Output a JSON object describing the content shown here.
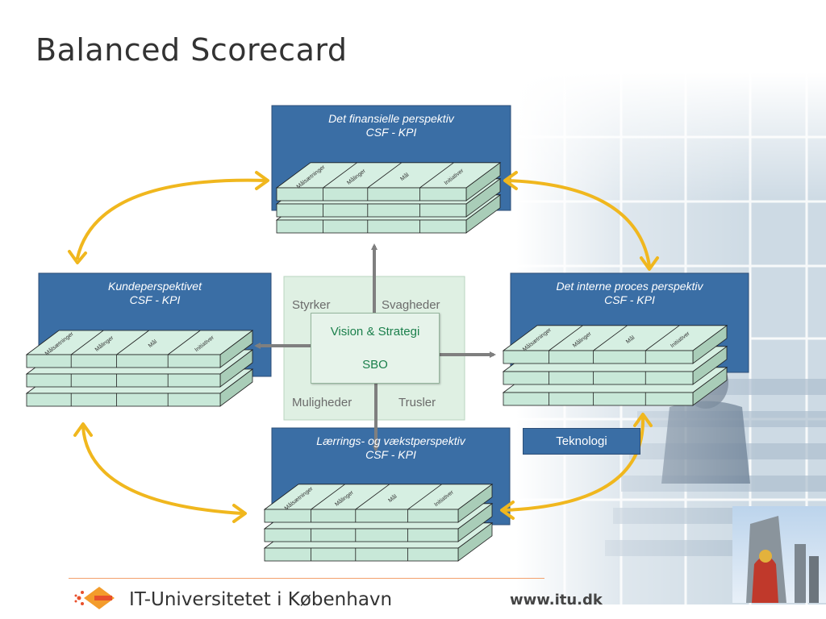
{
  "slide": {
    "title": "Balanced Scorecard"
  },
  "perspectives": {
    "financial": {
      "name": "Det finansielle perspektiv",
      "subtitle": "CSF - KPI"
    },
    "customer": {
      "name": "Kundeperspektivet",
      "subtitle": "CSF - KPI"
    },
    "internal": {
      "name": "Det interne proces perspektiv",
      "subtitle": "CSF - KPI"
    },
    "learning": {
      "name": "Lærrings- og vækstperspektiv",
      "subtitle": "CSF - KPI"
    }
  },
  "slab_labels": [
    "Målsætninger",
    "Målinger",
    "Mål",
    "Initiativer"
  ],
  "swot": {
    "strengths": "Styrker",
    "weaknesses": "Svagheder",
    "opportunities": "Muligheder",
    "threats": "Trusler"
  },
  "vision": {
    "line1": "Vision & Strategi",
    "line2": "SBO"
  },
  "technology_label": "Teknologi",
  "footer": {
    "logo_text": "IT-Universitetet i København",
    "url": "www.itu.dk"
  },
  "colors": {
    "panel_blue": "#3a6ea5",
    "slab_green": "#c8e8d8",
    "arrow_yellow": "#f0b71e",
    "arrow_gray": "#7f7f7f",
    "accent_orange": "#f3a06c"
  }
}
